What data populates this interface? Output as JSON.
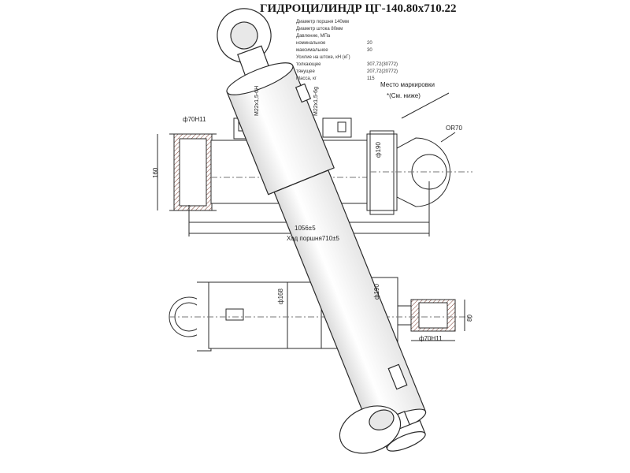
{
  "title": "ГИДРОЦИЛИНДР ЦГ-140.80х710.22",
  "specs": [
    {
      "label": "Диаметр поршня 140мм",
      "value": ""
    },
    {
      "label": "Диаметр штока 80мм",
      "value": ""
    },
    {
      "label": "Давление, МПа",
      "value": ""
    },
    {
      "label": "номинальное",
      "value": "20"
    },
    {
      "label": "максимальное",
      "value": "30"
    },
    {
      "label": "Усилие на штоке, кН (кГ)",
      "value": ""
    },
    {
      "label": "толкающее",
      "value": "307,72(30772)"
    },
    {
      "label": "тянущее",
      "value": "207,72(20772)"
    },
    {
      "label": "Масса, кг",
      "value": "115"
    }
  ],
  "annotations": {
    "marking_place": "Место маркировки",
    "see_below": "*(См. ниже)",
    "radius": "OR70",
    "bore_top": "ф70H11",
    "bore_bottom": "ф70H11",
    "port_a": "M22x1,5-6H",
    "port_b": "M22x1,5-6g",
    "height_left": "160",
    "collar_top": "ф190",
    "collar_bottom": "ф190",
    "overall_length": "1056±5",
    "stroke": "Ход поршня710±5",
    "barrel_dia": "ф168",
    "eye_width": "80"
  },
  "colors": {
    "line": "#2b2b2b",
    "fill": "#ffffff",
    "shade": "#d8d8d8",
    "hatch": "#7a3b2e"
  }
}
